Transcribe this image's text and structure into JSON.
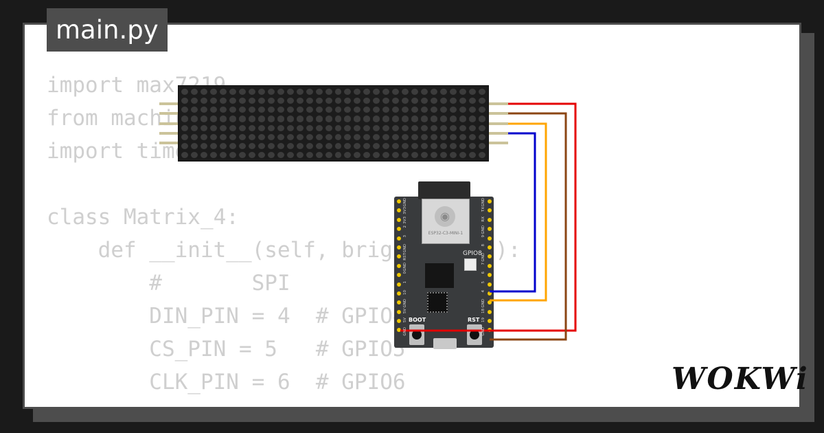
{
  "file_tab": {
    "name": "main.py"
  },
  "code": {
    "lines": [
      "import max7219",
      "from machine import Pin, SPI",
      "import time",
      "",
      "class Matrix_4:",
      "    def __init__(self, brightness=5):",
      "        #       SPI",
      "        DIN_PIN = 4  # GPIO4",
      "        CS_PIN = 5   # GPIO5",
      "        CLK_PIN = 6  # GPIO6"
    ]
  },
  "matrix": {
    "rows": 8,
    "cols": 32
  },
  "board": {
    "module_label": "ESP32-C3-MINI-1",
    "led_label": "GPIO8",
    "boot_label": "BOOT",
    "rst_label": "RST",
    "left_pin_labels": [
      "GND",
      "3V3",
      "3V3",
      "2",
      "3",
      "GND",
      "RST",
      "GND",
      "0",
      "1",
      "10",
      "GND",
      "5V",
      "5V",
      "GND"
    ],
    "right_pin_labels": [
      "GND",
      "TX",
      "RX",
      "GND",
      "9",
      "8",
      "GND",
      "7",
      "6",
      "5",
      "4",
      "GND",
      "18",
      "19",
      "GND"
    ]
  },
  "wire_colors": {
    "vcc": "#e50000",
    "gnd": "#8b4513",
    "din": "#ffa500",
    "clk": "#0000cc"
  },
  "brand": {
    "logo": "WOKWi"
  }
}
